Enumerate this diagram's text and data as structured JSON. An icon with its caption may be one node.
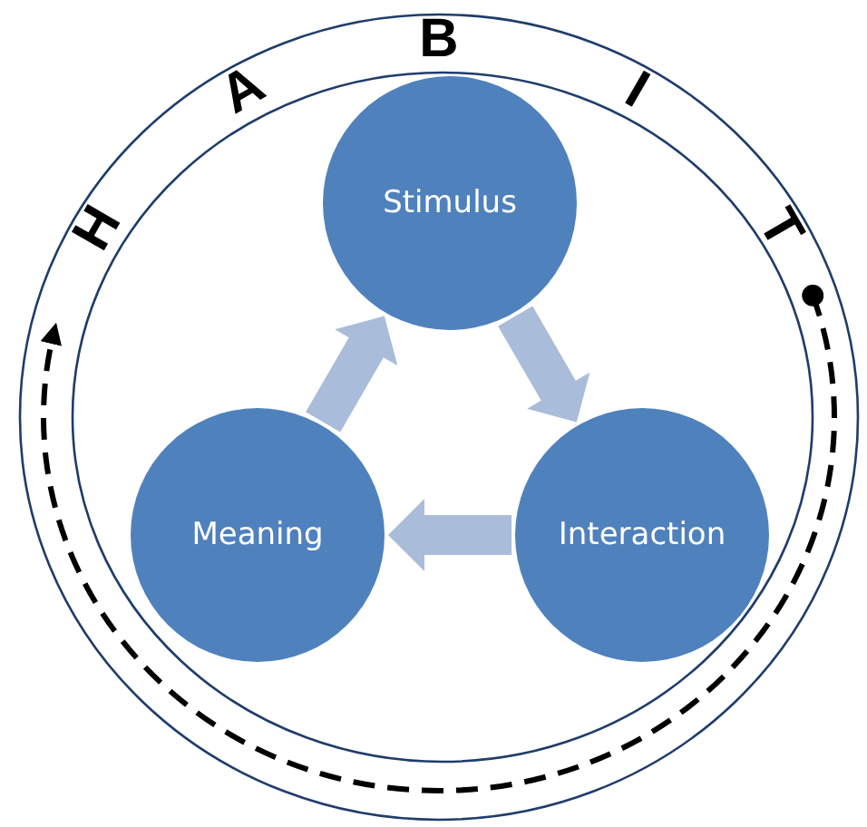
{
  "diagram": {
    "nodes": [
      {
        "text": [
          "Stimulus"
        ]
      },
      {
        "text": [
          "Interaction"
        ]
      },
      {
        "text": [
          "Meaning"
        ]
      }
    ],
    "edges": [
      {
        "from": 0,
        "to": 1,
        "arrow": "to"
      },
      {
        "from": 1,
        "to": 2,
        "arrow": "to"
      },
      {
        "from": 2,
        "to": 0,
        "arrow": "to"
      }
    ],
    "labels": [
      "H",
      "A",
      "B",
      "I",
      "T"
    ]
  }
}
